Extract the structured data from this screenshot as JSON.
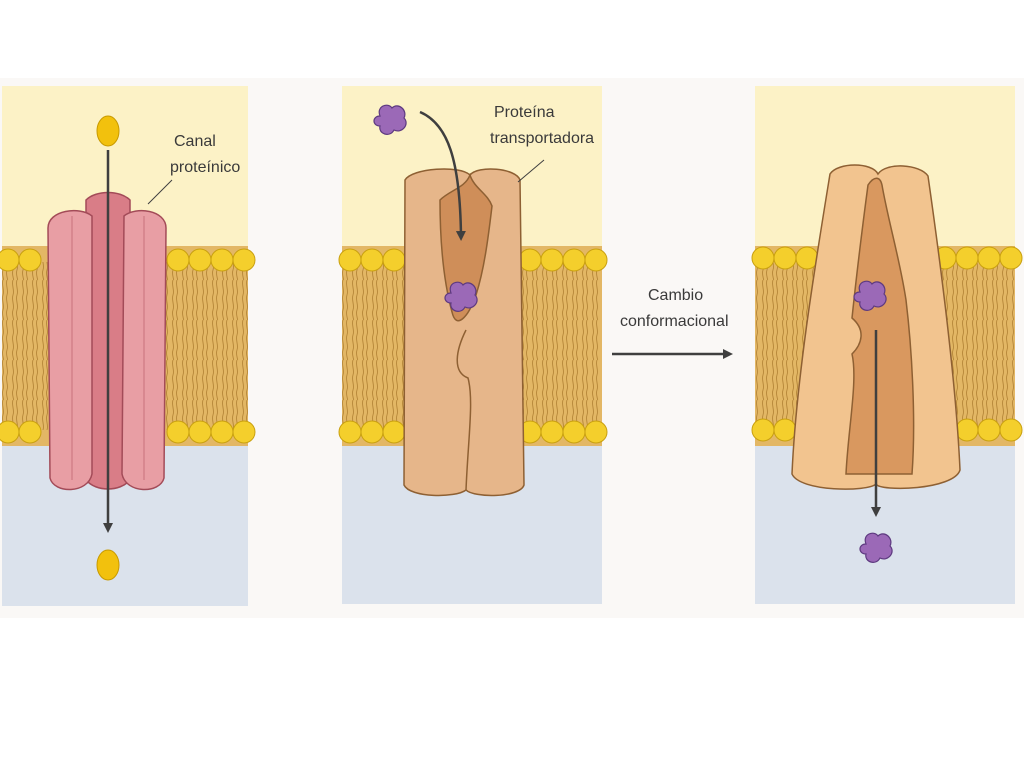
{
  "panels": {
    "channel": {
      "label_line1": "Canal",
      "label_line2": "proteínico"
    },
    "carrier": {
      "label_line1": "Proteína",
      "label_line2": "transportadora"
    },
    "transition": {
      "label_line1": "Cambio",
      "label_line2": "conformacional"
    }
  },
  "colors": {
    "extracellular": "#fcf2c6",
    "intracellular": "#dbe2ec",
    "lipid_tail": "#e3b765",
    "lipid_head": "#f4cf2c",
    "channel_protein": "#e89ea4",
    "carrier_protein": "#e6b68a",
    "carrier_cavity": "#cf8e59",
    "ion": "#f2c10d",
    "solute": "#9b69b7",
    "arrow": "#3f3f3f"
  }
}
